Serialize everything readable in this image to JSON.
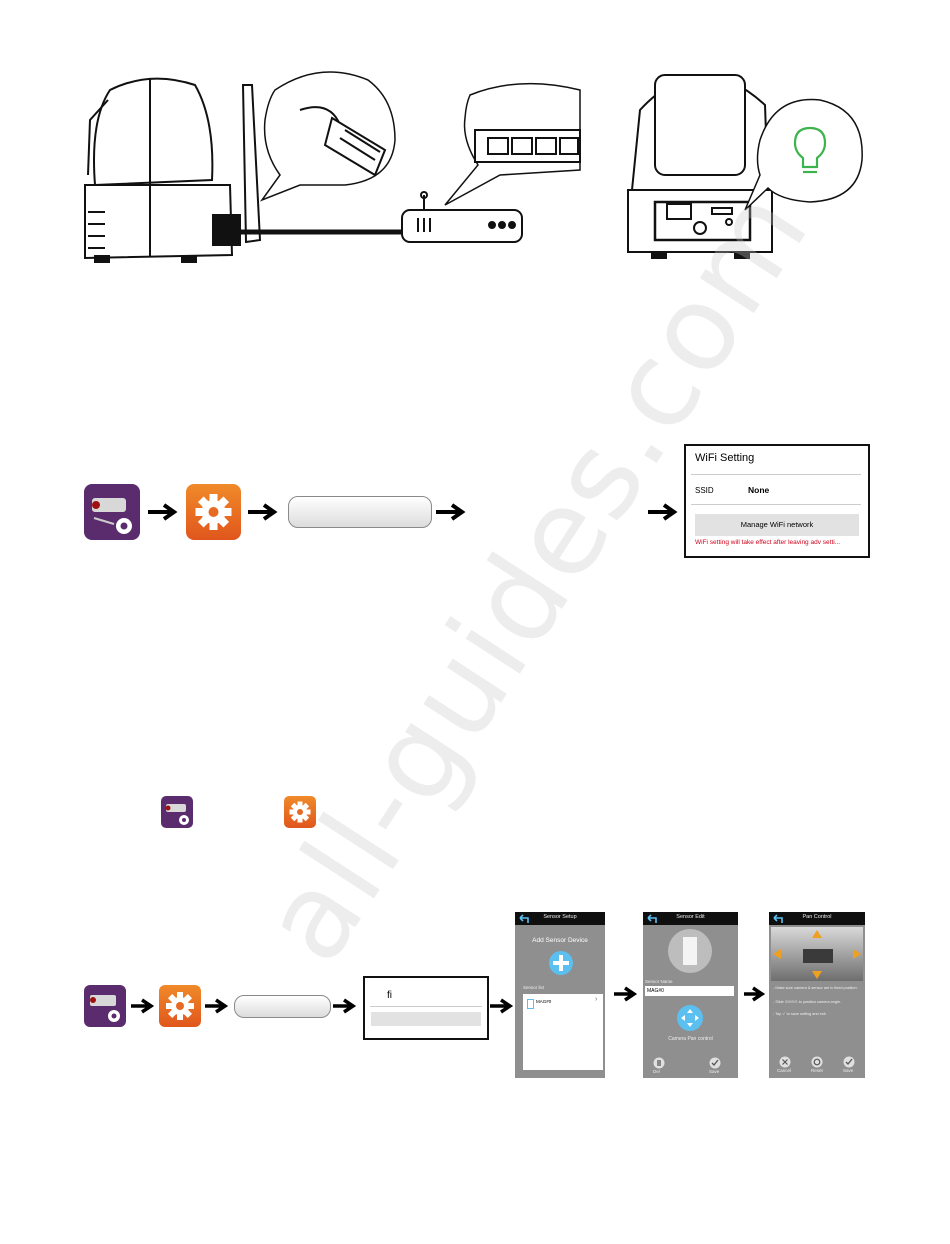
{
  "watermark": "all-guides.com",
  "wifi_dialog": {
    "title": "WiFi Setting",
    "ssid_label": "SSID",
    "ssid_value": "None",
    "manage_button": "Manage WiFi network",
    "warning": "WiFi setting will take effect after leaving adv setti..."
  },
  "sensor_dialog": {
    "label": "fi"
  },
  "screens": {
    "sensor_setup": {
      "title": "Sensor Setup",
      "add_label": "Add Sensor Device",
      "list_label": "Sensor list",
      "item": "MAG#0"
    },
    "sensor_edit": {
      "title": "Sensor Edit",
      "name_label": "Sensor Name",
      "name_value": "MAG#0",
      "pan_label": "Camera Pan control",
      "del": "Del",
      "save": "Save"
    },
    "pan_control": {
      "title": "Pan Control",
      "note1": "- Make sure camera & sensor are in fixed position.",
      "note2": "- Slide ⊙⊙⊙⊙ to position camera angle.",
      "note3": "- Tap ✓ to save setting and exit.",
      "cancel": "Cancel",
      "reset": "Reset",
      "save": "Save"
    }
  },
  "colors": {
    "cam_app": "#5a2c6e",
    "gear_app": "#e86a22",
    "warning": "#d0021b",
    "led": "#3cb44b",
    "plus": "#5bc0f0"
  }
}
